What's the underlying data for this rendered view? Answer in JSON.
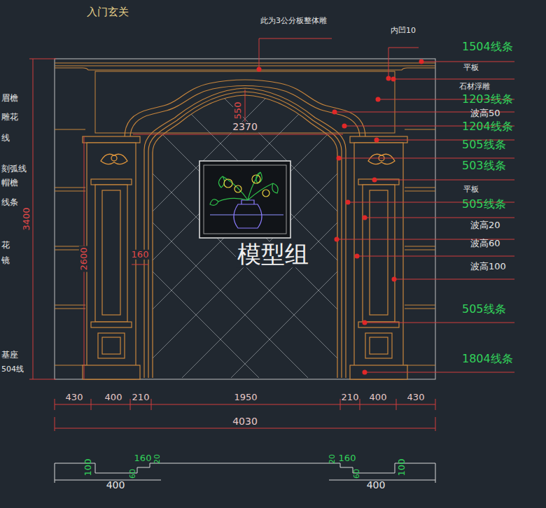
{
  "diagram": {
    "title": "入门玄关",
    "labels": [
      "此为3公分板整体雕",
      "内凹10",
      "1504线条",
      "平板",
      "石材浮雕",
      "1203线条",
      "波高50",
      "1204线条",
      "505线条",
      "503线条",
      "平板",
      "505线条",
      "波高20",
      "波高60",
      "波高100",
      "505线条",
      "1804线条",
      "眉檐",
      "雕花",
      "线",
      "刻弧线",
      "帽檐",
      "线条",
      "花",
      "镜",
      "基座",
      "504线",
      "430",
      "400",
      "210",
      "1950",
      "210",
      "400",
      "430",
      "4030",
      "2370",
      "550",
      "3400",
      "2600",
      "160",
      "100",
      "160",
      "60",
      "20",
      "400",
      "20",
      "160",
      "60",
      "100",
      "400",
      "模型组"
    ]
  }
}
